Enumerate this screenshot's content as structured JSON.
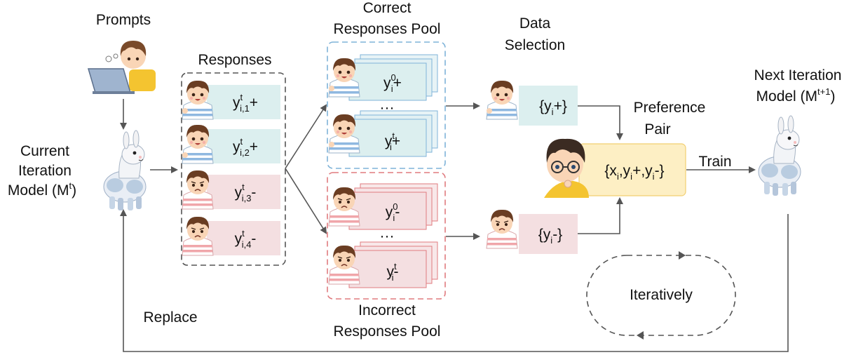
{
  "labels": {
    "prompts": "Prompts",
    "responses": "Responses",
    "correct_pool_line1": "Correct",
    "correct_pool_line2": "Responses Pool",
    "incorrect_pool_line1": "Incorrect",
    "incorrect_pool_line2": "Responses Pool",
    "data_selection_line1": "Data",
    "data_selection_line2": "Selection",
    "preference_line1": "Preference",
    "preference_line2": "Pair",
    "next_model_line1": "Next Iteration",
    "next_model_line2": "Model (M",
    "next_model_sup": "t+1",
    "next_model_close": ")",
    "current_model_line1": "Current",
    "current_model_line2": "Iteration",
    "current_model_line3": "Model (M",
    "current_model_sup": "t",
    "current_model_close": ")",
    "train": "Train",
    "iteratively": "Iteratively",
    "replace": "Replace",
    "ellipsis": "···"
  },
  "responses": [
    {
      "base": "y",
      "sup": "t",
      "sub": "i,1",
      "sign": "+",
      "kind": "correct"
    },
    {
      "base": "y",
      "sup": "t",
      "sub": "i,2",
      "sign": "+",
      "kind": "correct"
    },
    {
      "base": "y",
      "sup": "t",
      "sub": "i,3",
      "sign": "-",
      "kind": "incorrect"
    },
    {
      "base": "y",
      "sup": "t",
      "sub": "i,4",
      "sign": "-",
      "kind": "incorrect"
    }
  ],
  "correct_pool": [
    {
      "base": "y",
      "sup": "0",
      "sub": "i",
      "sign": "+"
    },
    {
      "base": "y",
      "sup": "t",
      "sub": "i",
      "sign": "+"
    }
  ],
  "incorrect_pool": [
    {
      "base": "y",
      "sup": "0",
      "sub": "i",
      "sign": "-"
    },
    {
      "base": "y",
      "sup": "t",
      "sub": "i",
      "sign": "-"
    }
  ],
  "selected": {
    "positive": {
      "open": "{y",
      "sub": "i",
      "close": "+}"
    },
    "negative": {
      "open": "{y",
      "sub": "i",
      "close": "-}"
    }
  },
  "pair": {
    "p1": "{x",
    "s1": "i",
    "p2": ",y",
    "s2": "i",
    "p3": "+,y",
    "s3": "i",
    "p4": "-}"
  },
  "colors": {
    "correct_fill": "#dcefef",
    "incorrect_fill": "#f4dfe1",
    "correct_border": "#7fb3d8",
    "incorrect_border": "#e07b7f",
    "pair_fill": "#fdefc4",
    "pair_border": "#f2cf72",
    "arrow": "#555555"
  }
}
